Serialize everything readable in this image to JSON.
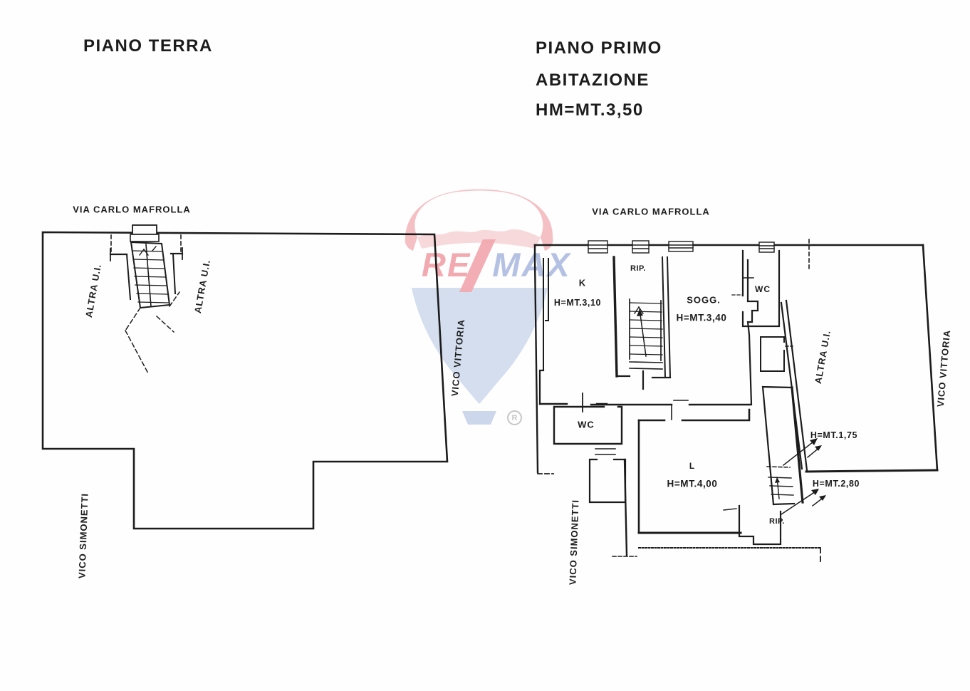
{
  "colors": {
    "ink": "#1c1c1c",
    "paper": "#fefefe",
    "wm_canopy": "#f3b9be",
    "wm_re_red": "#f2a9b0",
    "wm_blue": "#b5c1e3",
    "wm_fan_blue": "#cdd8ec",
    "wm_gray": "#c6c6c6"
  },
  "titles": {
    "left_plan": "PIANO TERRA",
    "right_plan": "PIANO PRIMO",
    "right_plan_use": "ABITAZIONE",
    "right_plan_height": "HM=MT.3,50"
  },
  "left_plan": {
    "street_top": "VIA CARLO MAFROLLA",
    "street_right": "VICO VITTORIA",
    "street_bottom": "VICO SIMONETTI",
    "unit_left": "ALTRA U.I.",
    "unit_right": "ALTRA U.I."
  },
  "right_plan": {
    "street_top": "VIA CARLO MAFROLLA",
    "street_right": "VICO VITTORIA",
    "street_bottom": "VICO SIMONETTI",
    "unit": "ALTRA U.I.",
    "rooms": {
      "k": {
        "name": "K",
        "height": "H=MT.3,10"
      },
      "rip_top": {
        "name": "RIP."
      },
      "sogg": {
        "name": "SOGG.",
        "height": "H=MT.3,40"
      },
      "wc_top": {
        "name": "WC"
      },
      "wc_bottom": {
        "name": "WC"
      },
      "l": {
        "name": "L",
        "height": "H=MT.4,00"
      },
      "rip_bottom": {
        "name": "RIP."
      }
    },
    "annotations": {
      "mezzanine": "H=MT.1,75",
      "under_stair": "H=MT.2,80"
    }
  },
  "watermark": {
    "re": "RE",
    "slash": "/",
    "max": "MAX",
    "registered": "R"
  }
}
